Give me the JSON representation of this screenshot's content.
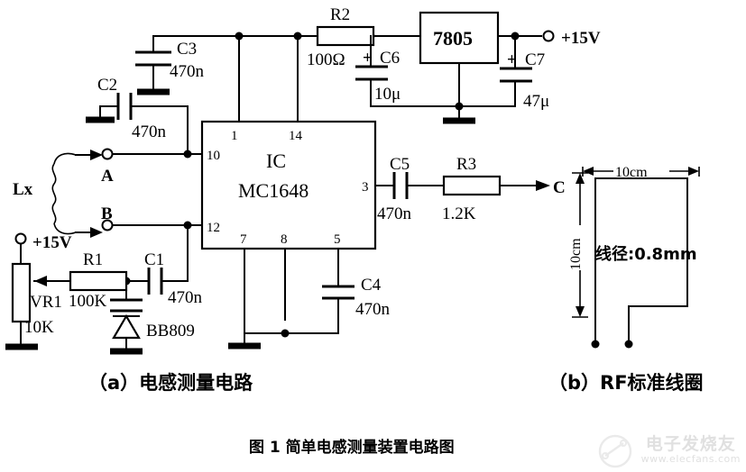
{
  "figure": {
    "caption": "图 1    简单电感测量装置电路图",
    "sub_a": "（a）电感测量电路",
    "sub_b": "（b）RF标准线圈"
  },
  "circuit_a": {
    "ic": {
      "label1": "IC",
      "label2": "MC1648",
      "pins": {
        "p1": "1",
        "p14": "14",
        "p10": "10",
        "p12": "12",
        "p3": "3",
        "p7": "7",
        "p8": "8",
        "p5": "5"
      }
    },
    "regulator": {
      "label": "7805"
    },
    "inductor": {
      "label": "Lx"
    },
    "terminals": {
      "a": "A",
      "b": "B",
      "out": "C",
      "vin_left": "+15V",
      "vout_right": "+15V"
    },
    "components": [
      {
        "ref": "C2",
        "value": "470n"
      },
      {
        "ref": "C3",
        "value": "470n"
      },
      {
        "ref": "C1",
        "value": "470n"
      },
      {
        "ref": "C4",
        "value": "470n"
      },
      {
        "ref": "C5",
        "value": "470n"
      },
      {
        "ref": "C6",
        "value": "10μ",
        "polarity": "+"
      },
      {
        "ref": "C7",
        "value": "47μ",
        "polarity": "+"
      },
      {
        "ref": "R1",
        "value": "100K"
      },
      {
        "ref": "R2",
        "value": "100Ω"
      },
      {
        "ref": "R3",
        "value": "1.2K"
      },
      {
        "ref": "VR1",
        "value": "10K"
      },
      {
        "ref": "BB809",
        "value": ""
      }
    ],
    "labels": {
      "c1": "C1",
      "c1v": "470n",
      "c2": "C2",
      "c2v": "470n",
      "c3": "C3",
      "c3v": "470n",
      "c4": "C4",
      "c4v": "470n",
      "c5": "C5",
      "c5v": "470n",
      "c6": "C6",
      "c6v": "10μ",
      "c6p": "+",
      "c7": "C7",
      "c7v": "47μ",
      "c7p": "+",
      "r1": "R1",
      "r1v": "100K",
      "r2": "R2",
      "r2v": "100Ω",
      "r3": "R3",
      "r3v": "1.2K",
      "vr1": "VR1",
      "vr1v": "10K",
      "d1": "BB809"
    }
  },
  "coil_b": {
    "dim_width": "10cm",
    "dim_height": "10cm",
    "note": "线径:0.8mm"
  },
  "watermark": {
    "line1": "电子发烧友",
    "line2": "www.elecfans.com"
  }
}
